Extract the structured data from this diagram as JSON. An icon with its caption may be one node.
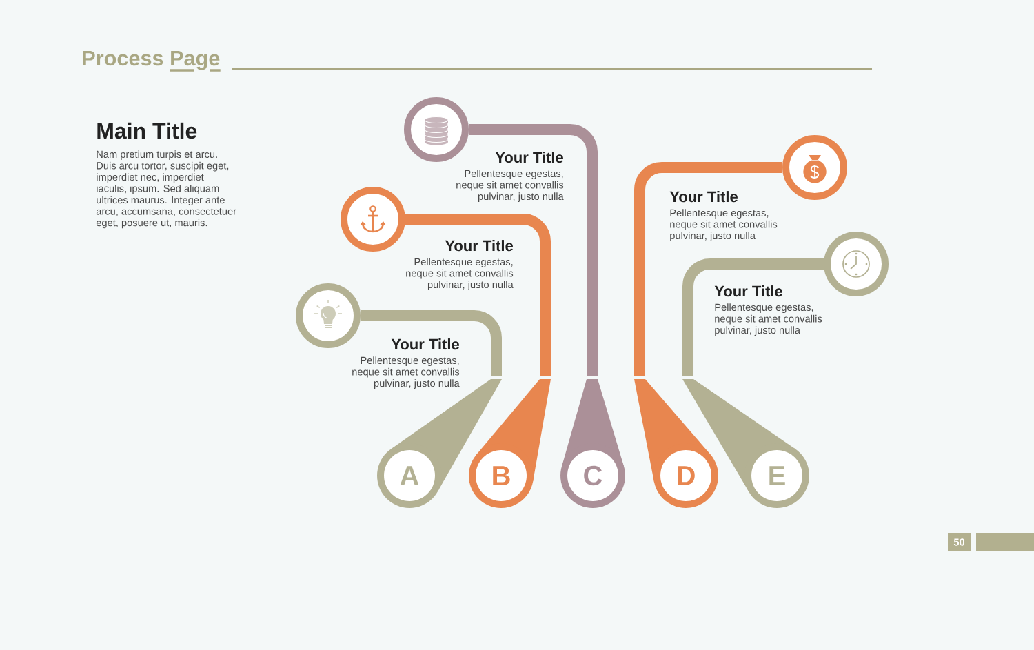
{
  "diagram": {
    "title": "Process Page",
    "nodes": [
      {
        "text": [],
        "shape": "circle",
        "beside": [
          "Your Title",
          "Pellentesque egestas, neque sit amet convallis pulvinar, justo nulla"
        ]
      },
      {
        "text": [],
        "shape": "circle",
        "beside": [
          "Your Title",
          "Pellentesque egestas, neque sit amet convallis pulvinar, justo nulla"
        ]
      },
      {
        "text": [],
        "shape": "circle",
        "beside": [
          "Your Title",
          "Pellentesque egestas, neque sit amet convallis pulvinar, justo nulla"
        ]
      },
      {
        "text": [],
        "shape": "circle",
        "beside": [
          "Your Title",
          "Pellentesque egestas, neque sit amet convallis pulvinar, justo nulla"
        ]
      },
      {
        "text": [],
        "shape": "circle"
      },
      {
        "text": [
          "A"
        ]
      },
      {
        "text": [
          "B"
        ]
      },
      {
        "text": [
          "C"
        ]
      },
      {
        "text": [
          "D"
        ]
      },
      {
        "text": [
          "E"
        ]
      }
    ],
    "edges": [
      {
        "from": 5,
        "to": 4,
        "arrow": "none",
        "color": "#b3b193"
      },
      {
        "from": 6,
        "to": 2,
        "arrow": "none",
        "color": "#e8864f"
      },
      {
        "from": 7,
        "to": 0,
        "arrow": "none",
        "color": "#ab9098"
      },
      {
        "from": 8,
        "to": 1,
        "arrow": "none",
        "color": "#e8864f"
      },
      {
        "from": 9,
        "to": 3,
        "arrow": "none",
        "color": "#b3b193"
      }
    ],
    "labels": [
      "Main Title",
      "Nam pretium turpis et arcu. Duis arcu tortor, suscipit eget, imperdiet nec, imperdiet iaculis, ipsum. Sed aliquam ultrices maurus. Integer ante arcu, accumsana, consectetuer eget, posuere ut, mauris.",
      "Your Title",
      "Pellentesque egestas, neque sit amet convallis pulvinar, justo nulla",
      "50"
    ]
  }
}
